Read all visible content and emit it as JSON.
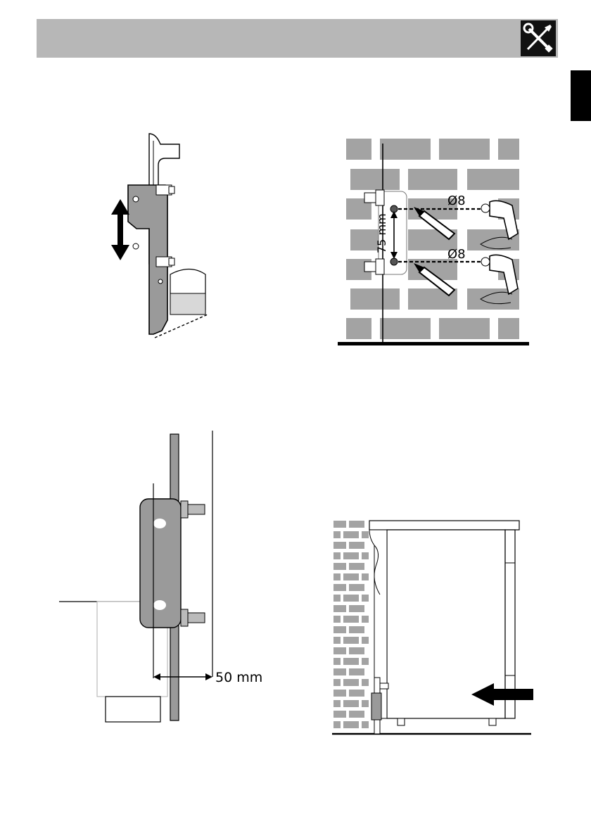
{
  "header": {
    "icon": "tools-screwdriver-wrench-icon",
    "bar_color": "#b7b7b7"
  },
  "figures": {
    "bracket_adjust": {
      "arrow": "double-vertical-arrow"
    },
    "wall_drilling": {
      "hole_diameter_top": "Ø8",
      "hole_diameter_bottom": "Ø8",
      "hole_spacing": "75 mm"
    },
    "bracket_clearance": {
      "distance": "50 mm"
    },
    "push_to_wall": {
      "arrow": "push-left-arrow"
    }
  }
}
